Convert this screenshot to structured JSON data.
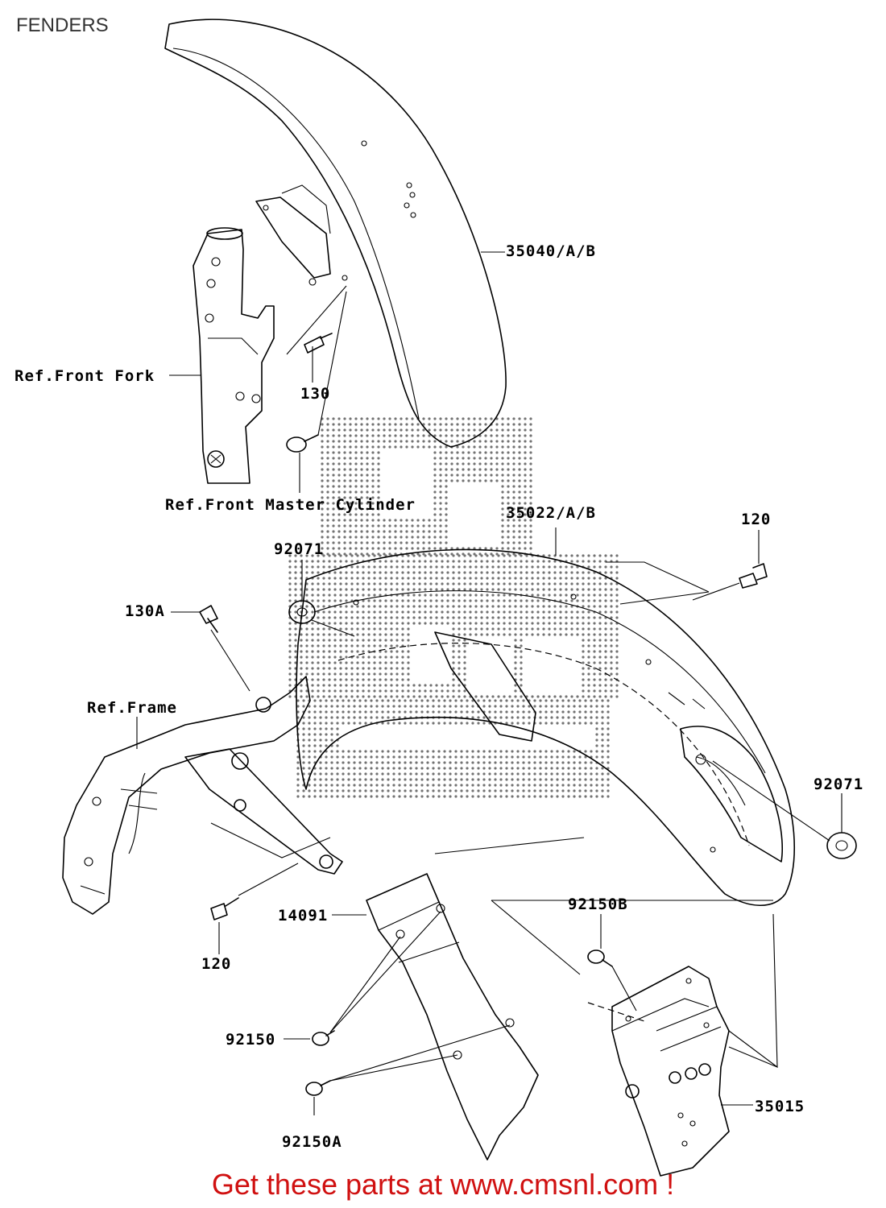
{
  "page_title": "FENDERS",
  "footer_text": "Get these parts at www.cmsnl.com !",
  "watermark_color": "#000000",
  "footer_color": "#d01010",
  "labels": {
    "front_fender": "35040/A/B",
    "ref_front_fork": "Ref.Front Fork",
    "bolt_130": "130",
    "ref_front_master": "Ref.Front Master Cylinder",
    "rear_fender": "35022/A/B",
    "bolt_120_top": "120",
    "grommet_top": "92071",
    "bolt_130a": "130A",
    "ref_frame": "Ref.Frame",
    "grommet_right": "92071",
    "flap_14091": "14091",
    "bolt_92150b": "92150B",
    "bolt_120_bottom": "120",
    "bolt_92150": "92150",
    "bracket_35015": "35015",
    "bolt_92150a": "92150A"
  }
}
